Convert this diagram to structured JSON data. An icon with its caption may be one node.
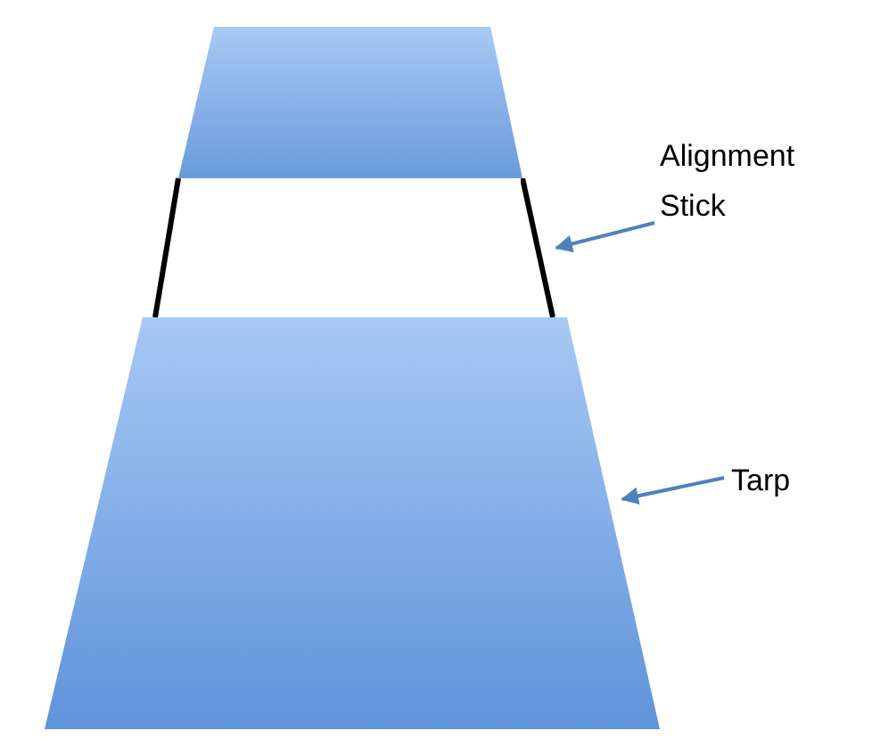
{
  "diagram": {
    "nodes": [
      {
        "text": [
          "Alignment Stick"
        ]
      },
      {
        "text": [],
        "shape": "bar"
      },
      {
        "text": [
          "Tarp"
        ]
      },
      {
        "text": [],
        "shape": "box"
      }
    ],
    "edges": [
      {
        "from": 0,
        "to": 1,
        "arrow": "to"
      },
      {
        "from": 2,
        "to": 3,
        "arrow": "to"
      }
    ]
  }
}
